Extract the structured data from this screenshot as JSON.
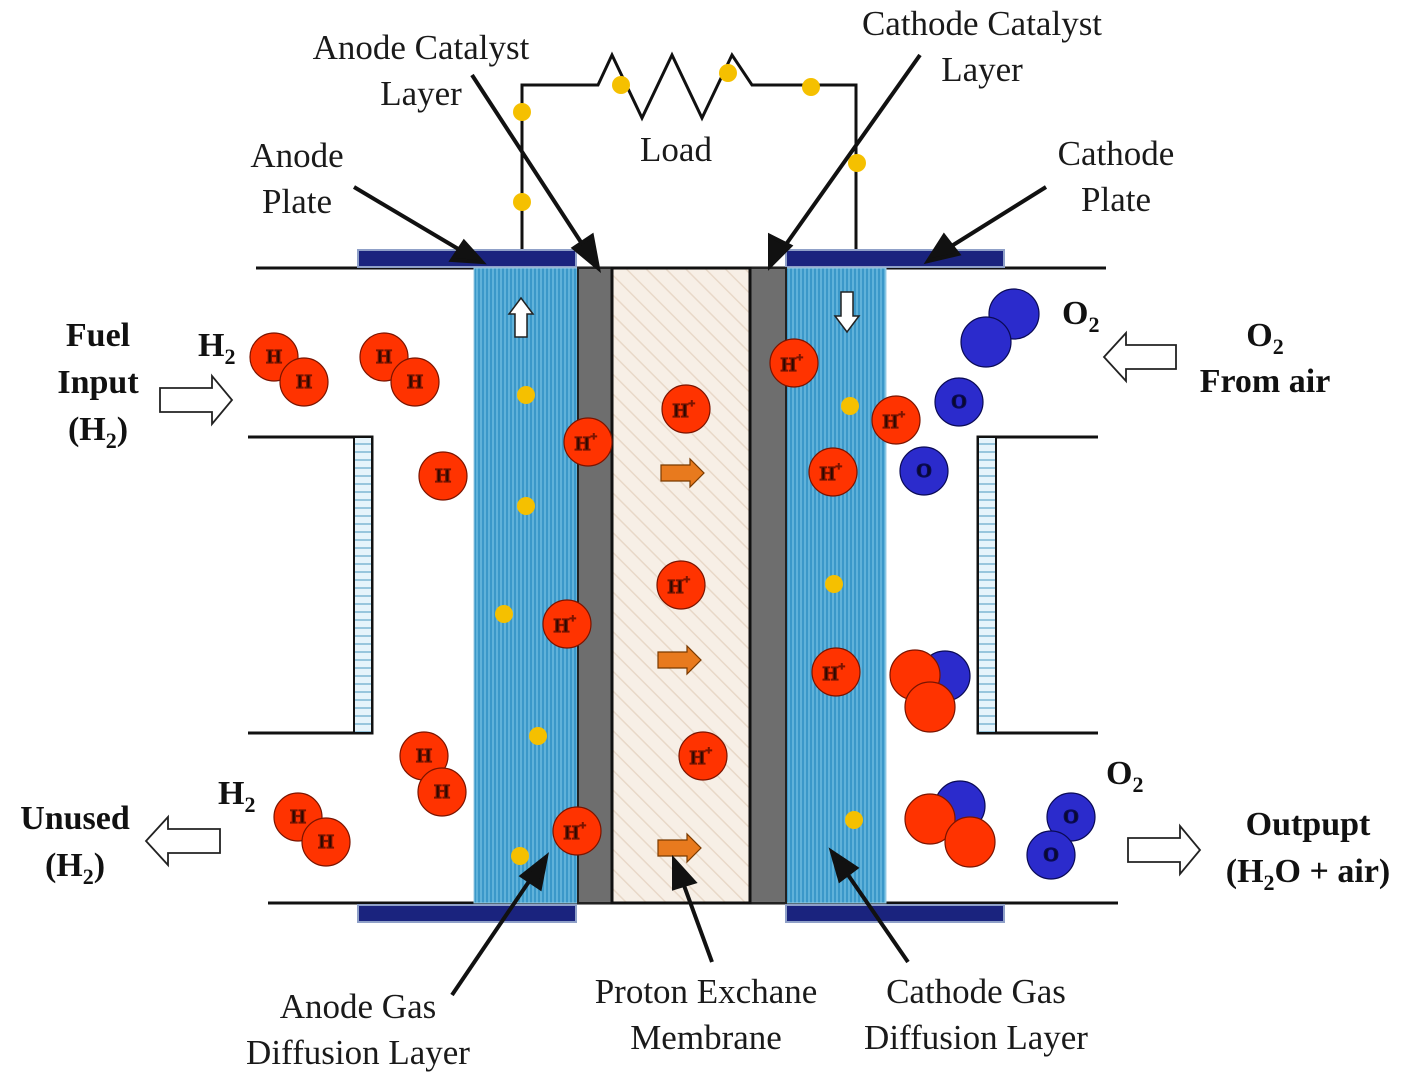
{
  "labels": {
    "anode_catalyst_layer": [
      "Anode Catalyst",
      "Layer"
    ],
    "cathode_catalyst_layer": [
      "Cathode Catalyst",
      "Layer"
    ],
    "load": "Load",
    "anode_plate": [
      "Anode",
      "Plate"
    ],
    "cathode_plate": [
      "Cathode",
      "Plate"
    ],
    "fuel_input": [
      "Fuel",
      "Input",
      "(H",
      "2",
      ")"
    ],
    "h2_in": [
      "H",
      "2"
    ],
    "o2_right": [
      "O",
      "2"
    ],
    "o2_from_air": [
      "O",
      "2",
      "From air"
    ],
    "h2_unused": [
      "H",
      "2"
    ],
    "unused": [
      "Unused",
      "(H",
      "2",
      ")"
    ],
    "o2_bottom": [
      "O",
      "2"
    ],
    "output": [
      "Outpupt",
      "(H",
      "2",
      "O + air)"
    ],
    "anode_gdl": [
      "Anode Gas",
      "Diffusion Layer"
    ],
    "pem": [
      "Proton Exchane",
      "Membrane"
    ],
    "cathode_gdl": [
      "Cathode Gas",
      "Diffusion Layer"
    ]
  },
  "particles": {
    "hydrogen_symbol": "H",
    "oxygen_symbol": "O",
    "proton_symbol": "H",
    "proton_charge": "+"
  },
  "colors": {
    "hydrogen": "#ff3300",
    "oxygen": "#2b2bcc",
    "electron": "#f5c000",
    "gdl": "#3a97c8",
    "catalyst": "#6e6e6e",
    "membrane": "#f6eee6",
    "plate": "#1a237e",
    "proton_arrow": "#e87a1e"
  }
}
